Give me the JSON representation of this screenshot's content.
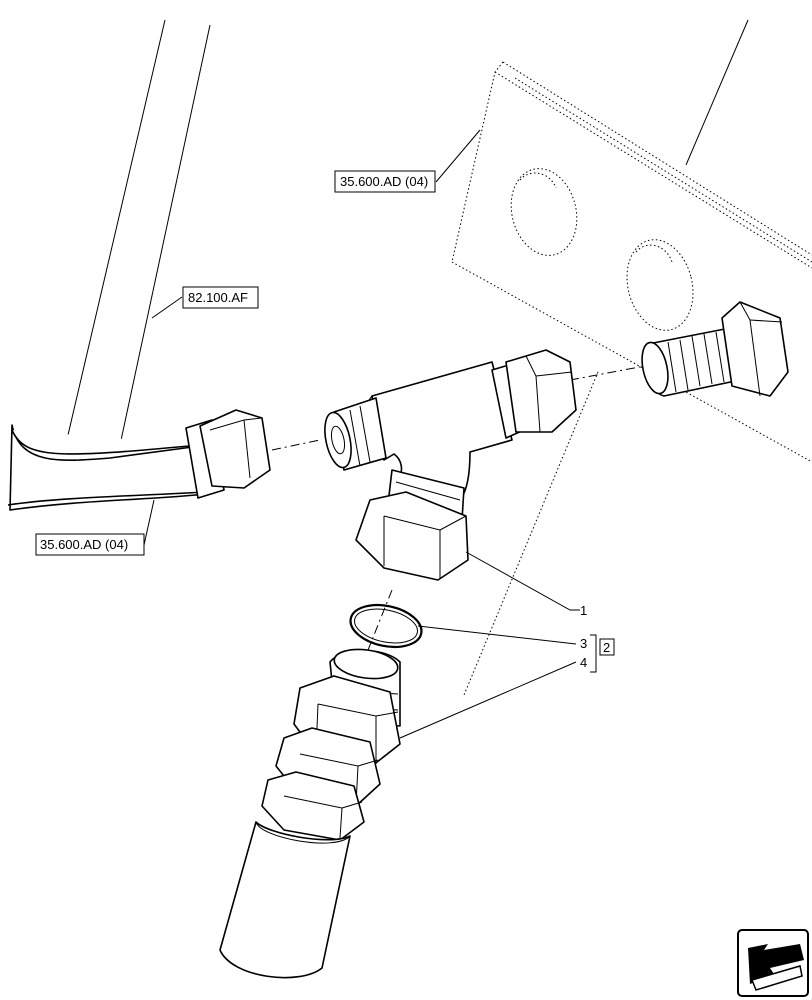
{
  "references": {
    "bracket_ref": "35.600.AD (04)",
    "frame_ref": "82.100.AF",
    "hose_ref": "35.600.AD (04)"
  },
  "callouts": {
    "item_1": "1",
    "item_3": "3",
    "item_4": "4",
    "kit_2": "2"
  },
  "icons": {
    "corner": "next-page-arrow-icon"
  }
}
